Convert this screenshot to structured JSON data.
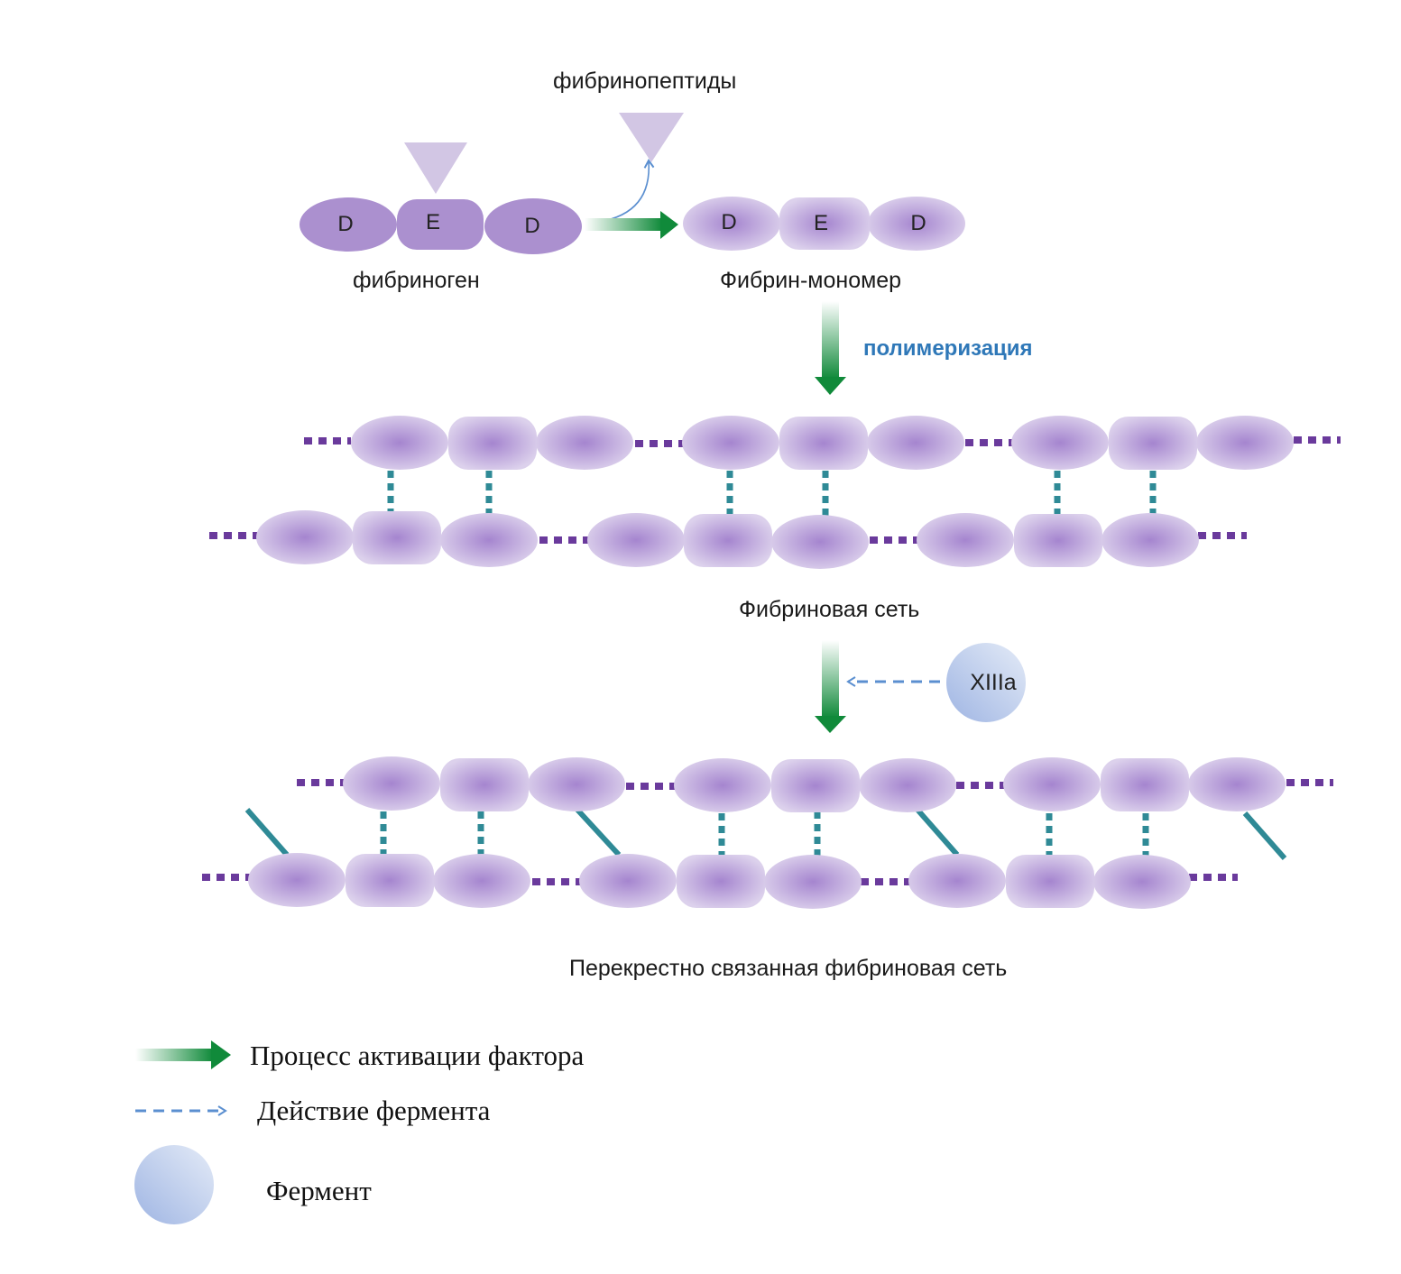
{
  "labels": {
    "fibrinopeptides": "фибринопептиды",
    "fibrinogen": "фибриноген",
    "fibrin_monomer": "Фибрин-мономер",
    "polymerization": "полимеризация",
    "fibrin_network": "Фибриновая сеть",
    "crosslinked_network": "Перекрестно связанная фибриновая сеть"
  },
  "domains": {
    "fibrinogen": [
      "D",
      "E",
      "D"
    ],
    "monomer": [
      "D",
      "E",
      "D"
    ]
  },
  "enzyme": {
    "label": "XIIIa"
  },
  "legend": {
    "activation": "Процесс активации фактора",
    "enzyme_action": "Действие фермента",
    "enzyme": "Фермент"
  },
  "colors": {
    "domain_solid": "#ab90cf",
    "domain_light": "#d3c5e6",
    "domain_center": "#a98bd1",
    "linker": "#6a3a9c",
    "crosslink": "#2f8a96",
    "arrow_green": "#108a3a",
    "enzyme_arrow": "#5b8fd0",
    "enzyme_fill": "#a9bde6",
    "peptide": "#d2c6e4",
    "polymerization_text": "#2f78b8"
  }
}
